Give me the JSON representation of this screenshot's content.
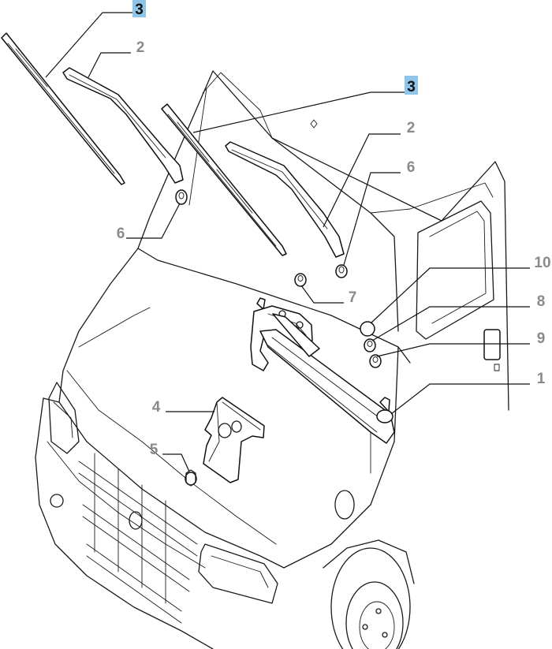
{
  "highlight_color": "#8ec5e8",
  "labels": {
    "l3a": "3",
    "l2a": "2",
    "l3b": "3",
    "l2b": "2",
    "l6a": "6",
    "l6b": "6",
    "l7": "7",
    "l10": "10",
    "l8": "8",
    "l9": "9",
    "l1": "1",
    "l4": "4",
    "l5": "5"
  }
}
